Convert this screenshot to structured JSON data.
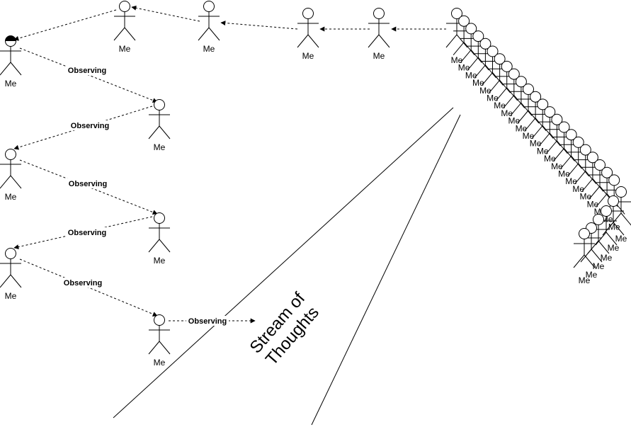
{
  "diagram": {
    "actor_label": "Me",
    "edge_label": "Observing",
    "title_lines": [
      "Stream of",
      "Thoughts"
    ]
  }
}
